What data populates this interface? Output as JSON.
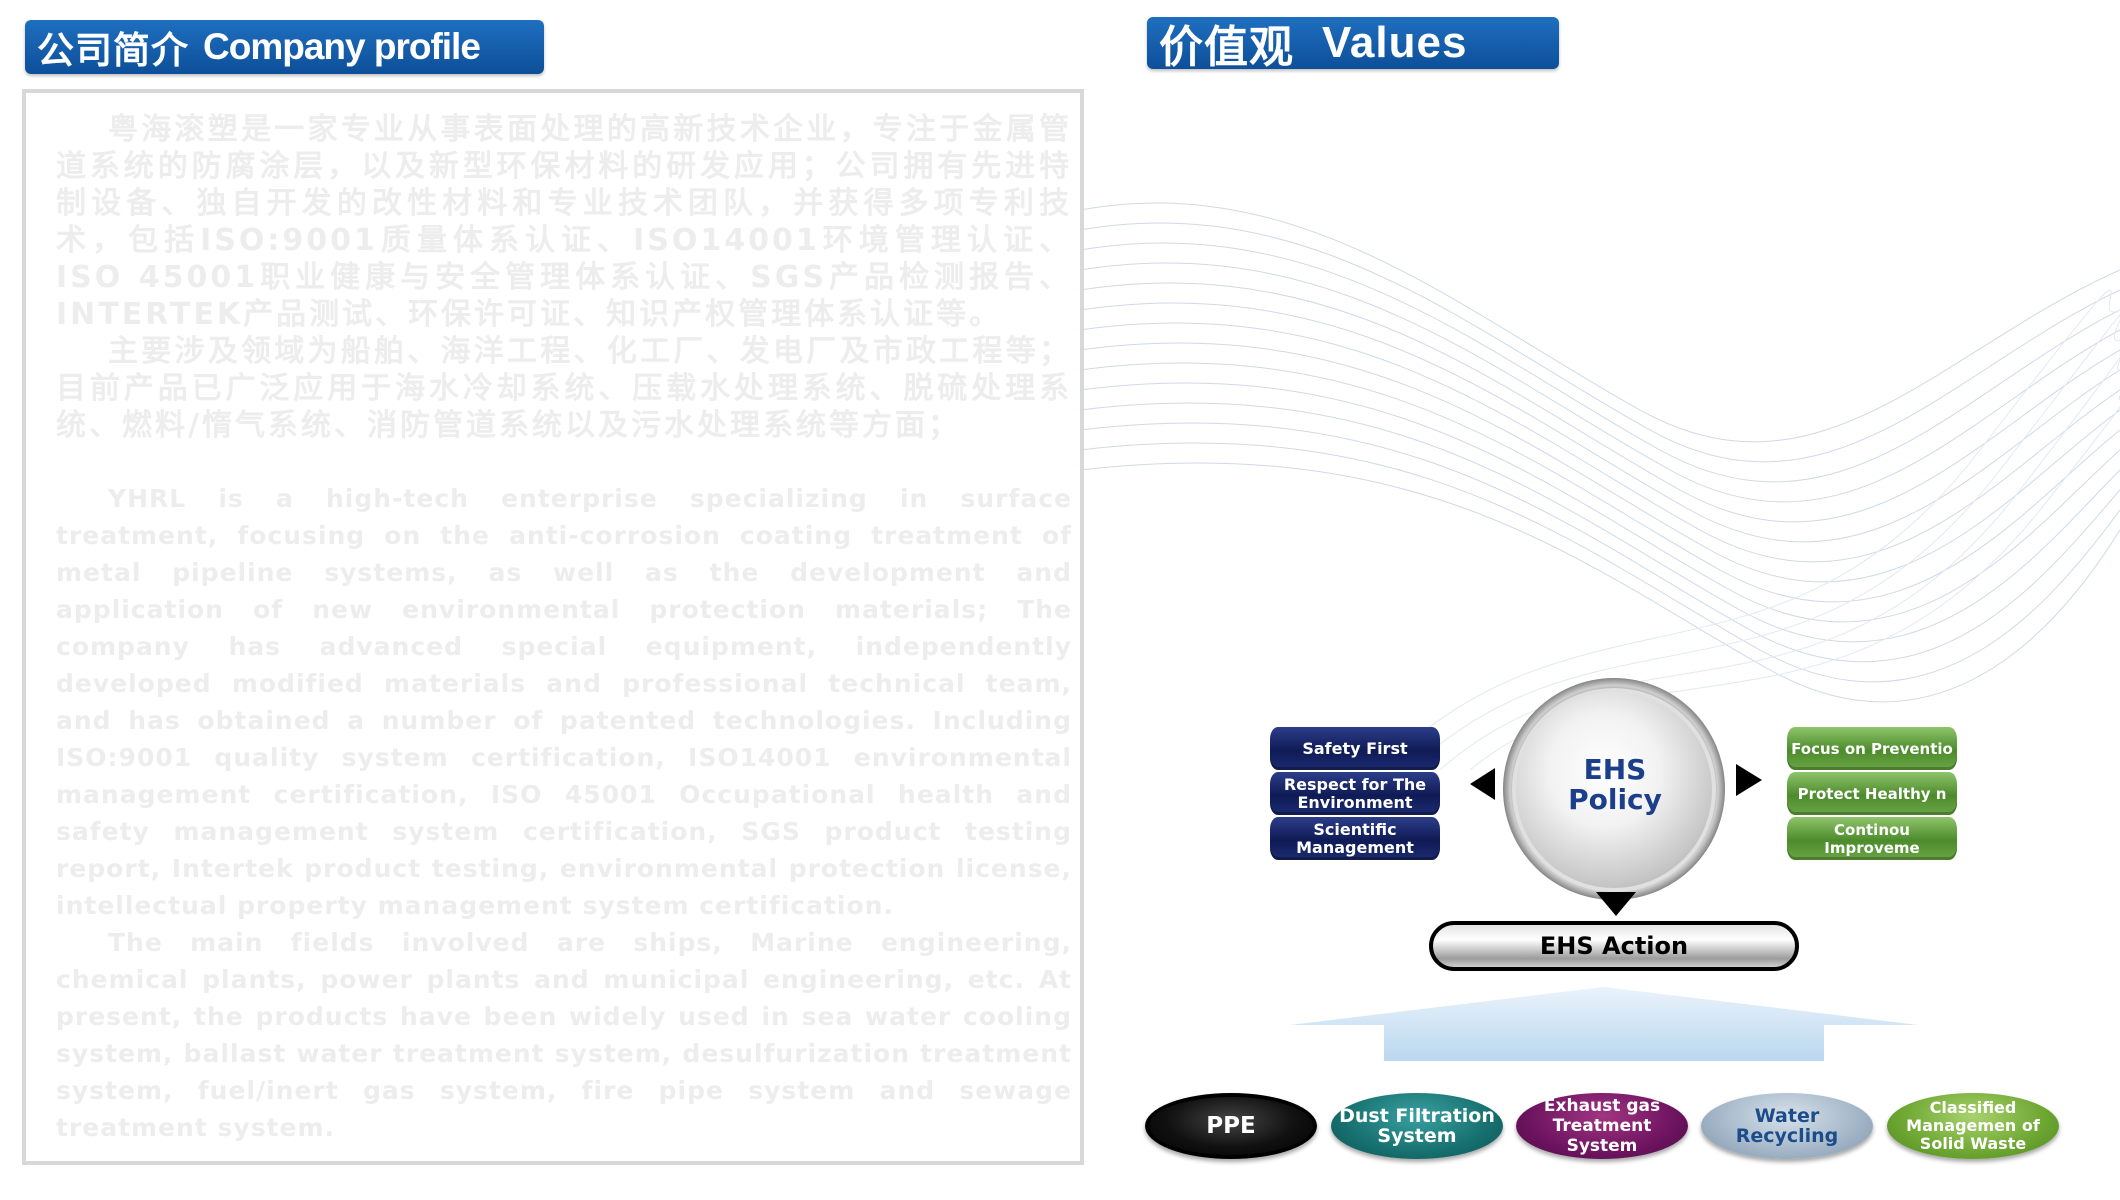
{
  "titles": {
    "left_zh": "公司简介",
    "left_en": "Company profile",
    "right_zh": "价值观",
    "right_en": "Values"
  },
  "profile": {
    "zh_paragraphs": [
      "粤海滚塑是一家专业从事表面处理的高新技术企业，专注于金属管道系统的防腐涂层，以及新型环保材料的研发应用；公司拥有先进特制设备、独自开发的改性材料和专业技术团队，并获得多项专利技术，包括ISO:9001质量体系认证、ISO14001环境管理认证、ISO 45001职业健康与安全管理体系认证、SGS产品检测报告、INTERTEK产品测试、环保许可证、知识产权管理体系认证等。",
      "主要涉及领域为船舶、海洋工程、化工厂、发电厂及市政工程等；目前产品已广泛应用于海水冷却系统、压载水处理系统、脱硫处理系统、燃料/惰气系统、消防管道系统以及污水处理系统等方面；"
    ],
    "en_paragraphs": [
      "YHRL is a high-tech enterprise specializing in surface treatment, focusing on the anti-corrosion coating treatment of metal pipeline systems, as well as the development and application of new environmental protection materials; The company has advanced special equipment, independently developed modified materials and professional technical team, and has obtained a number of patented technologies. Including ISO:9001 quality system certification, ISO14001 environmental management certification, ISO 45001 Occupational health and safety management system certification, SGS product testing report, Intertek product testing, environmental protection license, intellectual property management system certification.",
      "The main fields involved are ships, Marine engineering, chemical plants, power plants and municipal engineering, etc. At present, the products have been widely used in sea water cooling system, ballast water treatment system, desulfurization treatment system, fuel/inert gas system, fire pipe system and sewage treatment system."
    ]
  },
  "ehs": {
    "policy_label": "EHS Policy",
    "action_label": "EHS Action",
    "left_bars": [
      "Safety First",
      "Respect for The Environment",
      "Scientific Management"
    ],
    "right_bars": [
      "Focus on Preventio",
      "Protect Healthy n",
      "Continou Improveme"
    ],
    "pills": [
      "PPE",
      "Dust Filtration System",
      "Exhaust gas Treatment System",
      "Water Recycling",
      "Classified Managemen of Solid Waste"
    ]
  },
  "colors": {
    "title_blue": "#0d4f99",
    "blue_bar": "#0f1b55",
    "green_bar": "#4c8b2c",
    "policy_text": "#1c3f8c"
  }
}
